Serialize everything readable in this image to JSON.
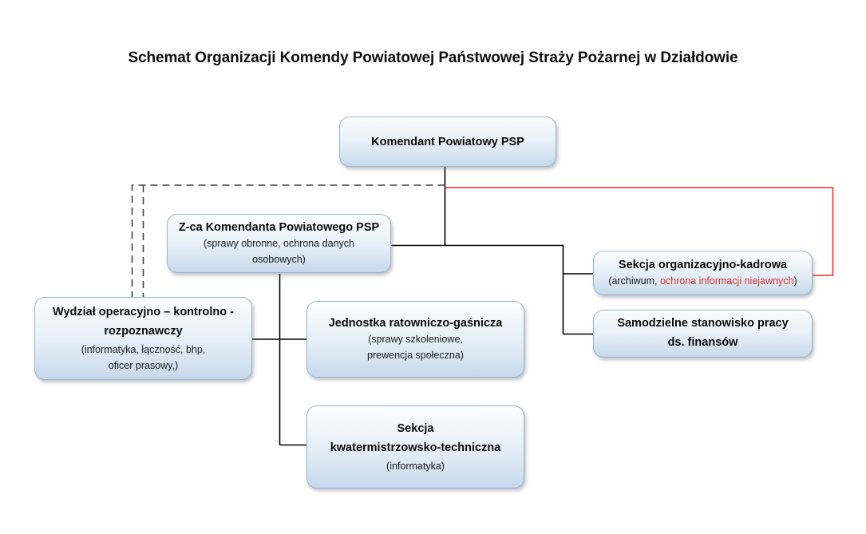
{
  "chart_data": {
    "type": "diagram",
    "diagram_kind": "organizational-chart",
    "title": "Schemat Organizacji Komendy Powiatowej Państwowej Straży Pożarnej w Działdowie",
    "nodes": [
      {
        "id": "komendant",
        "title": "Komendant Powiatowy PSP",
        "subtitle": "",
        "level": 0
      },
      {
        "id": "zca",
        "title": "Z-ca Komendanta Powiatowego PSP",
        "subtitle_line1": "(sprawy obronne, ochrona danych",
        "subtitle_line2": "osobowych)",
        "level": 1
      },
      {
        "id": "sekcja-organizacyjno-kadrowa",
        "title": "Sekcja organizacyjno-kadrowa",
        "subtitle_prefix": "(archiwum, ",
        "subtitle_highlight": "ochrona informacji  niejawnych",
        "subtitle_suffix": ")",
        "level": 2
      },
      {
        "id": "samodzielne-stanowisko-finanse",
        "title_line1": "Samodzielne stanowisko pracy",
        "title_line2": "ds. finansów",
        "level": 2
      },
      {
        "id": "wydzial-operacyjno-kontrolno-rozpoznawczy",
        "title_line1": "Wydział operacyjno – kontrolno -",
        "title_line2": "rozpoznawczy",
        "subtitle_line1": "(informatyka, łączność,  bhp,",
        "subtitle_line2": "oficer prasowy,)",
        "level": 2
      },
      {
        "id": "jednostka-ratowniczo-gasnicza",
        "title": "Jednostka ratowniczo-gaśnicza",
        "subtitle_line1": "(sprawy szkoleniowe,",
        "subtitle_line2": "prewencja  społeczna)",
        "level": 2
      },
      {
        "id": "sekcja-kwatermistrzowsko-techniczna",
        "title_line1": "Sekcja",
        "title_line2": "kwatermistrzowsko-techniczna",
        "subtitle": "(informatyka)",
        "level": 2
      }
    ],
    "edges": [
      {
        "from": "komendant",
        "to": "zca",
        "style": "solid",
        "color": "#000000"
      },
      {
        "from": "komendant",
        "to": "wydzial-operacyjno-kontrolno-rozpoznawczy",
        "style": "dashed",
        "color": "#3f3f3f"
      },
      {
        "from": "komendant",
        "to": "sekcja-organizacyjno-kadrowa",
        "style": "solid",
        "color": "#e2342f"
      },
      {
        "from": "zca",
        "to": "sekcja-organizacyjno-kadrowa",
        "style": "solid",
        "color": "#000000"
      },
      {
        "from": "zca",
        "to": "samodzielne-stanowisko-finanse",
        "style": "solid",
        "color": "#000000"
      },
      {
        "from": "zca",
        "to": "jednostka-ratowniczo-gasnicza",
        "style": "solid",
        "color": "#000000"
      },
      {
        "from": "zca",
        "to": "sekcja-kwatermistrzowsko-techniczna",
        "style": "solid",
        "color": "#000000"
      },
      {
        "from": "wydzial-operacyjno-kontrolno-rozpoznawczy",
        "to": "jednostka-ratowniczo-gasnicza",
        "style": "solid",
        "color": "#000000"
      }
    ],
    "colors": {
      "box_border": "#9db4cd",
      "box_fill_top": "#fdfeff",
      "box_fill_bottom": "#c6d8ea",
      "line_solid": "#000000",
      "line_dashed": "#3f3f3f",
      "line_accent_red": "#e2342f",
      "text": "#0b0b0b",
      "text_highlight_red": "#e2342f",
      "background": "#ffffff"
    }
  }
}
